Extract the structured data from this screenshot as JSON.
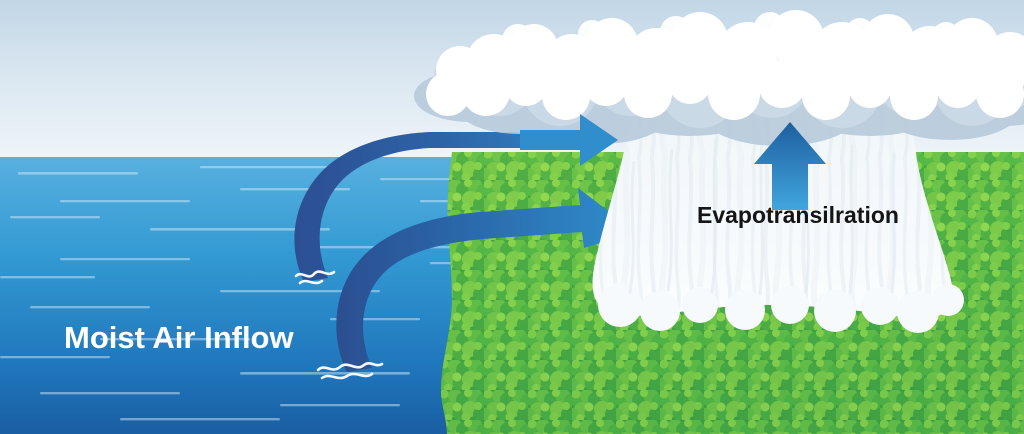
{
  "diagram": {
    "title_labels": {
      "moist_air_inflow": "Moist Air Inflow",
      "evapotranspiration": "Evapotransilration"
    },
    "icons": {
      "upward_arrow": "up-arrow-icon",
      "upper_curved_arrow": "curved-arrow-right-icon",
      "lower_curved_arrow": "curved-arrow-right-icon"
    },
    "regions": {
      "sky": "sky",
      "ocean": "ocean",
      "forest": "forest",
      "cloud_bank": "cloud-bank",
      "mist_column": "mist-column"
    },
    "colors": {
      "sky_top": "#c6d9e7",
      "sky_bottom": "#eef5f9",
      "ocean_top": "#54aede",
      "ocean_bottom": "#1d64a8",
      "forest_light": "#8fd44a",
      "forest_mid": "#57b947",
      "forest_dark": "#2f9440",
      "arrow_light": "#2f8fcc",
      "arrow_dark": "#2b5ea0",
      "up_arrow_top": "#1f69ad",
      "up_arrow_bottom": "#3fa3dd",
      "cloud_white": "#ffffff",
      "cloud_shadow": "#b9ccdc",
      "mist": "#f4f8fa",
      "label_light": "#ffffff",
      "label_dark": "#151515"
    }
  }
}
